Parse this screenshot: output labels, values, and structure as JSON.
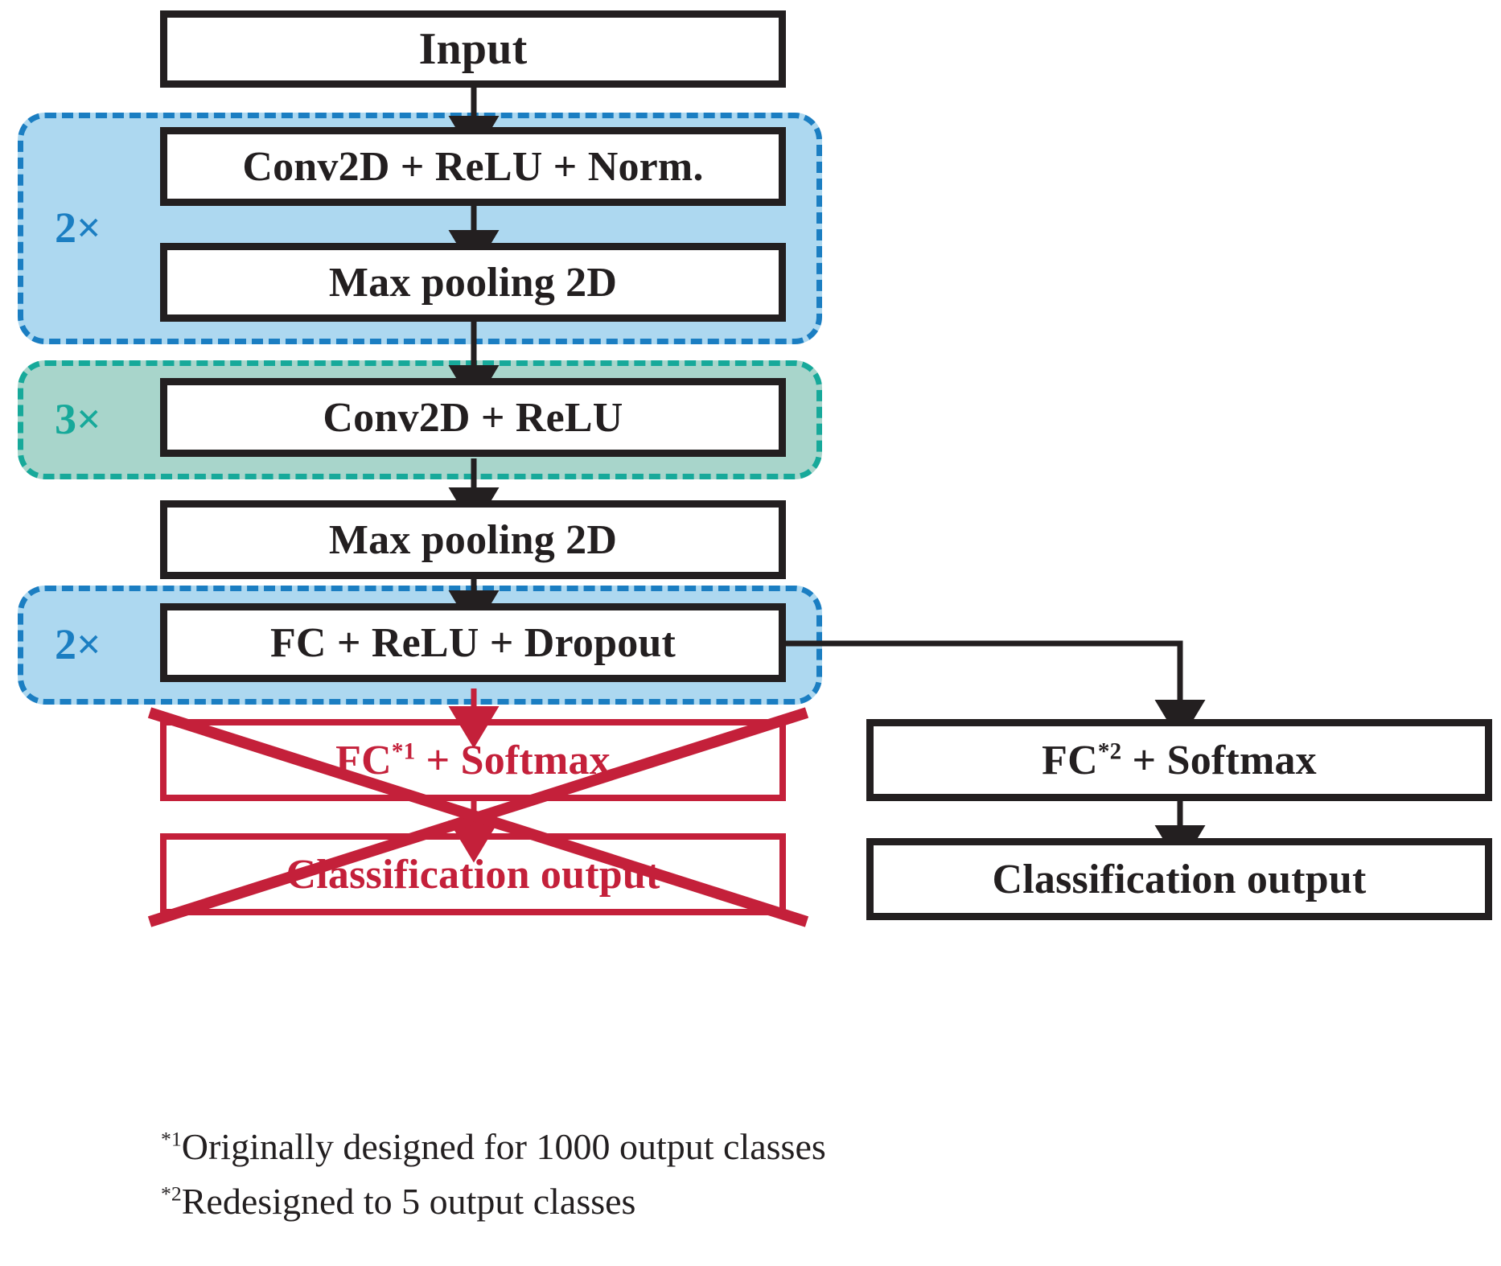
{
  "diagram": {
    "title": "CNN architecture with replaced classification head",
    "boxes": {
      "input": "Input",
      "conv_relu_norm": "Conv2D + ReLU + Norm.",
      "maxpool_1": "Max pooling 2D",
      "conv_relu": "Conv2D + ReLU",
      "maxpool_2": "Max pooling 2D",
      "fc_relu_dropout": "FC + ReLU + Dropout",
      "fc_softmax_old_prefix": "FC",
      "fc_softmax_old_sup": "*1",
      "fc_softmax_old_suffix": " + Softmax",
      "classification_output_old": "Classification output",
      "fc_softmax_new_prefix": "FC",
      "fc_softmax_new_sup": "*2",
      "fc_softmax_new_suffix": " + Softmax",
      "classification_output_new": "Classification output"
    },
    "multipliers": {
      "block1": "2×",
      "block2": "3×",
      "block3": "2×"
    },
    "footnotes": [
      {
        "marker": "*1",
        "text": "Originally designed for 1000 output classes"
      },
      {
        "marker": "*2",
        "text": "Redesigned to 5 output classes"
      }
    ],
    "colors": {
      "blue_fill": "#add8f0",
      "blue_border": "#1b7ec2",
      "green_fill": "#a8d5cb",
      "green_border": "#17a99a",
      "box_black": "#231f20",
      "deprecated_red": "#c4203a",
      "background": "#ffffff"
    }
  }
}
